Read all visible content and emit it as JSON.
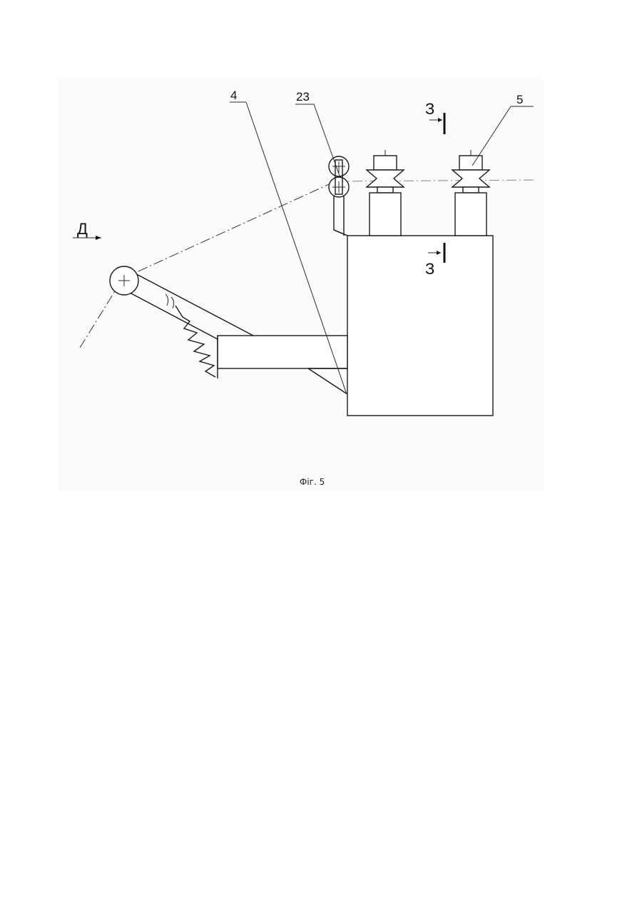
{
  "figure": {
    "caption": "Фіг. 5",
    "labels": {
      "part_4": "4",
      "part_23": "23",
      "part_5": "5",
      "view_d": "Д",
      "section_top": "З",
      "section_bottom": "З"
    }
  }
}
